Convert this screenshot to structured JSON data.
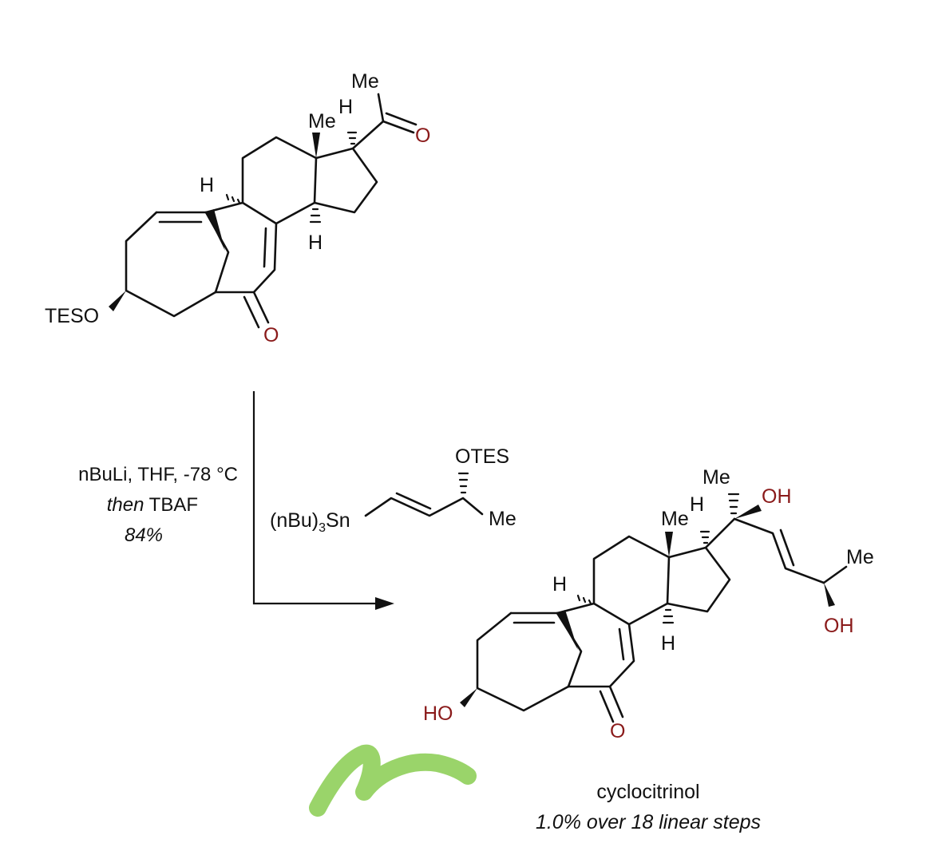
{
  "starting_material": {
    "labels": {
      "tes_o": "TESO",
      "ketone_o": "O",
      "acetyl_o": "O",
      "acetyl_me": "Me",
      "angular_me": "Me",
      "h_c17": "H",
      "h_c9": "H",
      "h_c14": "H"
    }
  },
  "conditions": {
    "line1": "nBuLi, THF, -78 °C",
    "line2_italic": "then",
    "line2_rest": " TBAF",
    "yield": "84%"
  },
  "reagent": {
    "stannane": "(nBu)",
    "stannane_sub": "3",
    "stannane_sn": "Sn",
    "otes": "OTES",
    "me": "Me"
  },
  "product": {
    "labels": {
      "ho": "HO",
      "ketone_o": "O",
      "oh1": "OH",
      "oh2": "OH",
      "me_c20": "Me",
      "me_side": "Me",
      "angular_me": "Me",
      "h_c17": "H",
      "h_c9": "H",
      "h_c14": "H"
    },
    "name": "cyclocitrinol",
    "steps": "1.0% over 18 linear steps"
  },
  "colors": {
    "heteroatom": "#8a1a1a",
    "bond": "#111111",
    "brush_mark": "#8fcf5a"
  }
}
